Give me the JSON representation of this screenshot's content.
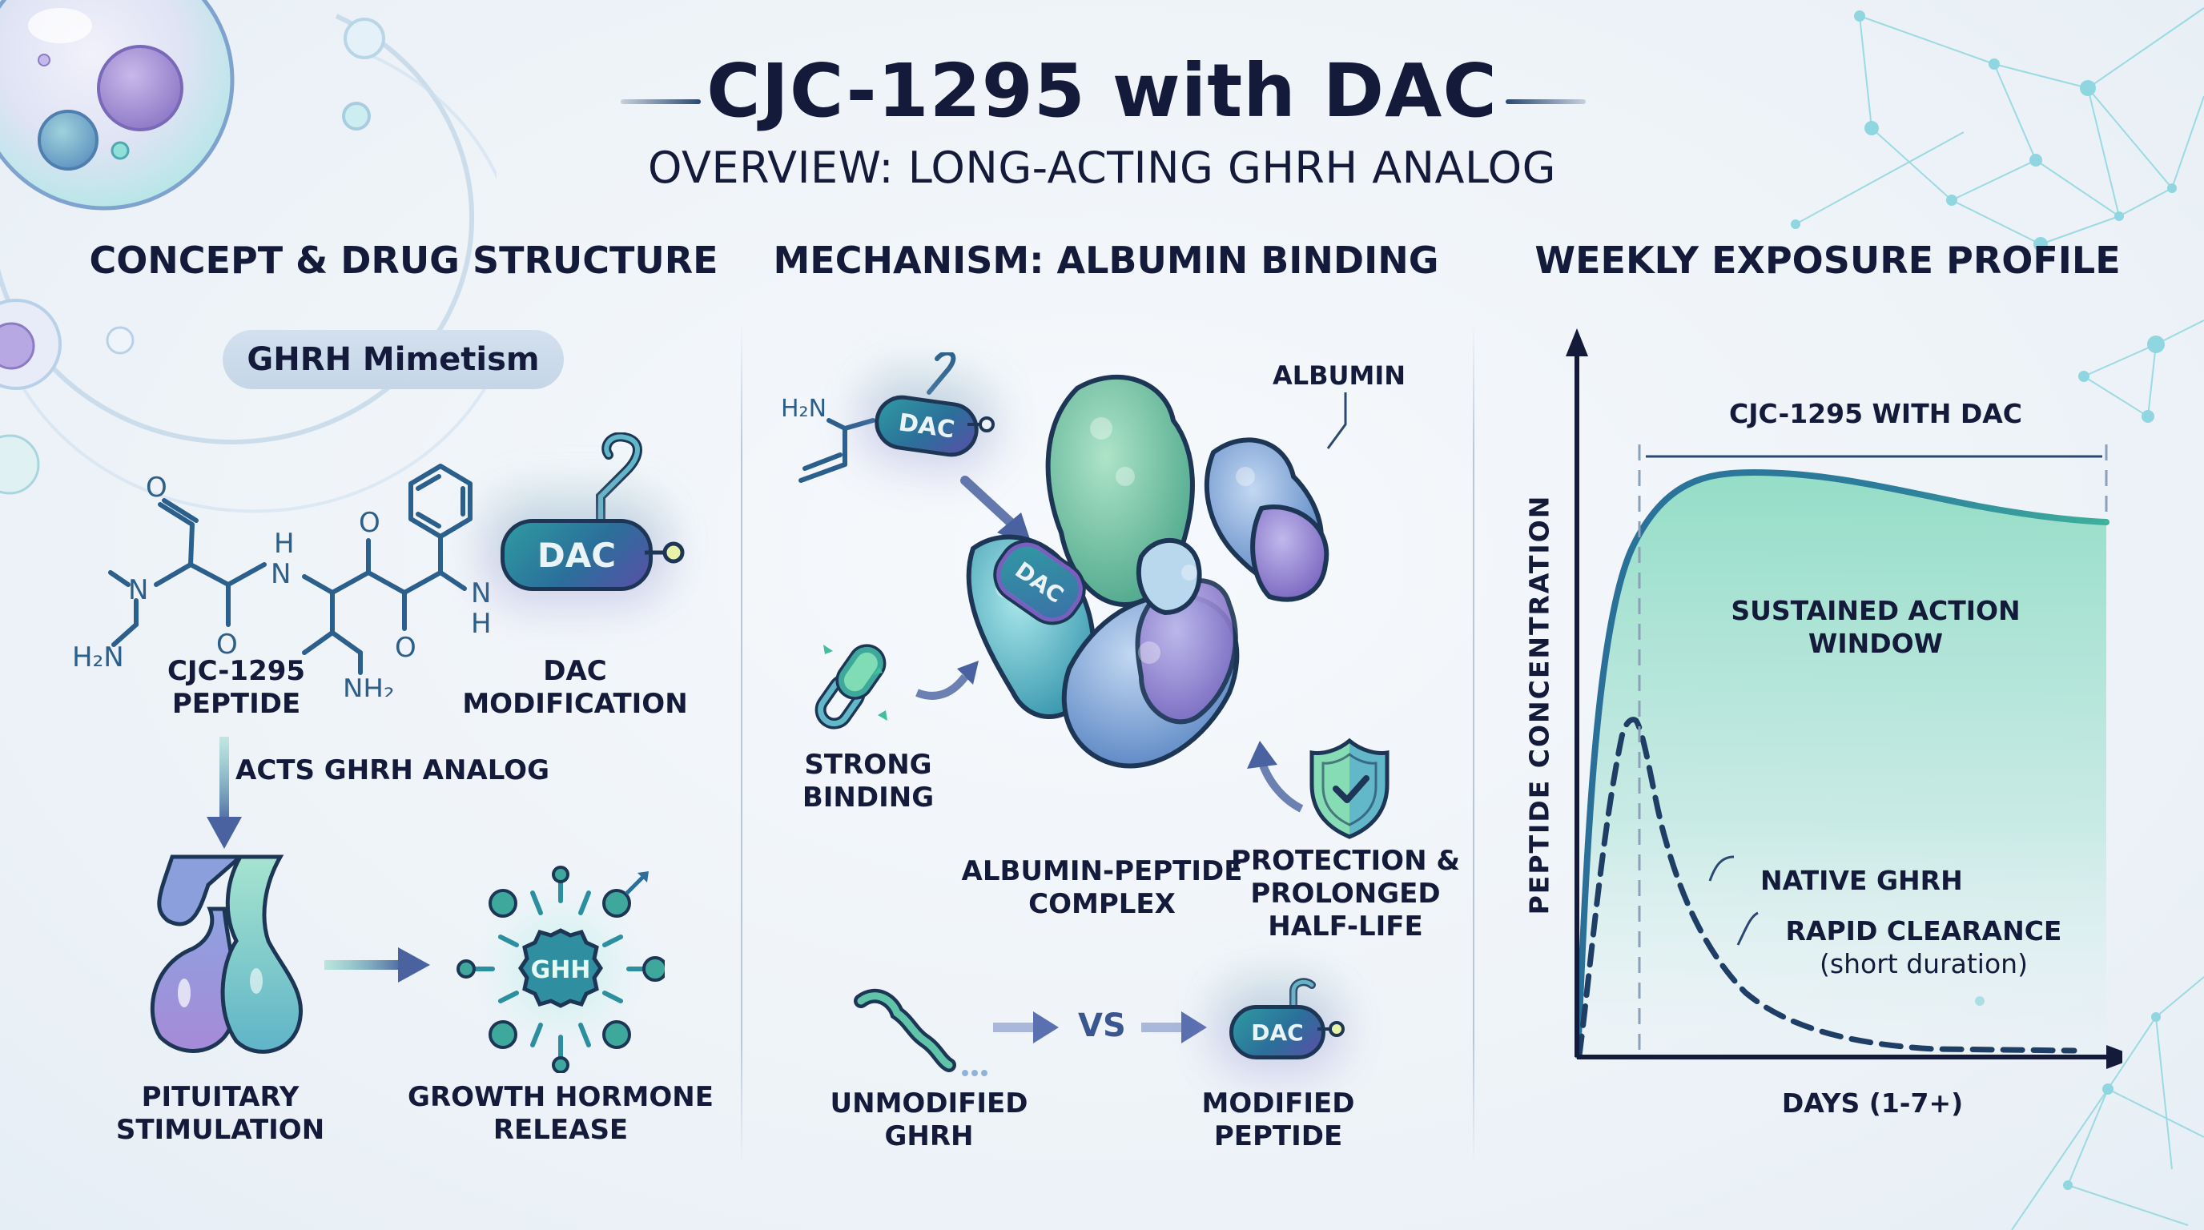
{
  "header": {
    "title": "CJC-1295 with DAC",
    "subtitle": "OVERVIEW: LONG-ACTING GHRH ANALOG"
  },
  "colors": {
    "navy_text": "#141b3a",
    "teal": "#2f9aa2",
    "blue": "#2b6f9a",
    "purple": "#5a4fa8",
    "mint_fill": "#9fdcc9",
    "network_cyan": "#8fd6e0"
  },
  "sections": {
    "concept": {
      "title": "CONCEPT & DRUG STRUCTURE",
      "badge": "GHRH Mimetism",
      "peptide_label_1": "CJC-1295",
      "peptide_label_2": "PEPTIDE",
      "dac_label_1": "DAC",
      "dac_label_2": "MODIFICATION",
      "dac_chip": "DAC",
      "arrow_label": "ACTS GHRH ANALOG",
      "pituitary_label_1": "PITUITARY",
      "pituitary_label_2": "STIMULATION",
      "release_label_1": "GROWTH HORMONE",
      "release_label_2": "RELEASE",
      "gh_core": "GHH",
      "chem": {
        "o1": "O",
        "n1": "N",
        "h2n": "H₂N",
        "h_top": "H",
        "n_mid": "N",
        "o2": "O",
        "o3": "O",
        "o4": "O",
        "nh2": "NH₂",
        "n_end": "N",
        "h_end": "H"
      }
    },
    "mechanism": {
      "title": "MECHANISM: ALBUMIN BINDING",
      "h2n": "H₂N",
      "dac_chip": "DAC",
      "bound_dac": "DAC",
      "albumin_label": "ALBUMIN",
      "strong_binding_1": "STRONG",
      "strong_binding_2": "BINDING",
      "complex_label_1": "ALBUMIN-PEPTIDE",
      "complex_label_2": "COMPLEX",
      "protection_1": "PROTECTION &",
      "protection_2": "PROLONGED",
      "protection_3": "HALF-LIFE",
      "vs": "VS",
      "unmodified_1": "UNMODIFIED",
      "unmodified_2": "GHRH",
      "modified_chip": "DAC",
      "modified_1": "MODIFIED",
      "modified_2": "PEPTIDE"
    },
    "profile": {
      "title": "WEEKLY EXPOSURE PROFILE"
    }
  },
  "chart_data": {
    "type": "area",
    "title": "WEEKLY EXPOSURE PROFILE",
    "xlabel": "DAYS (1-7+)",
    "ylabel": "PEPTIDE CONCENTRATION",
    "xlim": [
      0,
      7
    ],
    "ylim": [
      0,
      1
    ],
    "grid": false,
    "ticks": "none (qualitative)",
    "x": [
      0,
      0.25,
      0.5,
      1.0,
      1.5,
      2.0,
      3.0,
      4.0,
      5.0,
      6.0,
      7.0
    ],
    "series": [
      {
        "name": "CJC-1295 with DAC",
        "style": "solid line with filled mint area",
        "values": [
          0.0,
          0.55,
          0.78,
          0.9,
          0.93,
          0.93,
          0.92,
          0.9,
          0.87,
          0.84,
          0.82
        ]
      },
      {
        "name": "Native GHRH",
        "style": "dashed line",
        "values": [
          0.0,
          0.3,
          0.48,
          0.55,
          0.28,
          0.14,
          0.06,
          0.04,
          0.03,
          0.03,
          0.03
        ]
      }
    ],
    "annotations": [
      {
        "text": "CJC-1295 WITH DAC",
        "type": "bracket over plateau from x=0.5 to x=7"
      },
      {
        "text": "SUSTAINED ACTION WINDOW",
        "type": "label inside filled area"
      },
      {
        "text": "NATIVE GHRH",
        "type": "callout to dashed curve"
      },
      {
        "text": "RAPID CLEARANCE (short duration)",
        "type": "callout to dashed curve decline"
      },
      {
        "text": "dashed vertical reference line",
        "type": "at x=0.5 (peak of native GHRH)"
      }
    ],
    "labels": {
      "bracket": "CJC-1295 WITH DAC",
      "window_1": "SUSTAINED ACTION",
      "window_2": "WINDOW",
      "native": "NATIVE GHRH",
      "clearance_1": "RAPID CLEARANCE",
      "clearance_2": "(short duration)",
      "xlabel": "DAYS (1-7+)",
      "ylabel": "PEPTIDE CONCENTRATION"
    }
  }
}
